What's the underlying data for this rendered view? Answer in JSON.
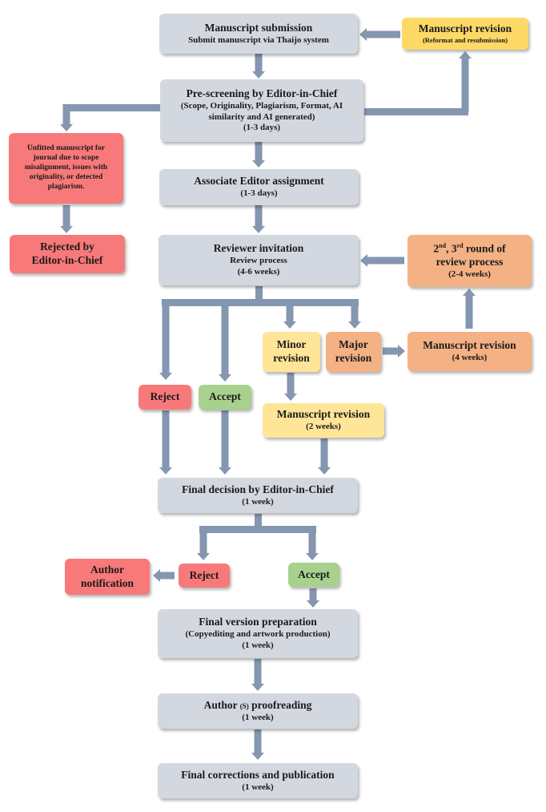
{
  "diagram": {
    "title": "Manuscript review workflow",
    "colors": {
      "process": "#d3d8e0",
      "resubmission": "#fed966",
      "minor": "#ffe598",
      "major": "#f4b183",
      "reject": "#f8797a",
      "accept": "#a9d18e",
      "arrow": "#8496b0"
    },
    "nodes": {
      "submission": {
        "title": "Manuscript submission",
        "sub": "Submit manuscript via Thaijo system"
      },
      "resubmit": {
        "title": "Manuscript revision",
        "sub": "(Reformat and resubmission)"
      },
      "prescreen": {
        "title": "Pre-screening by Editor-in-Chief",
        "sub": "(Scope, Originality, Plagiarism, Format, AI similarity and AI generated)",
        "time": "(1-3 days)"
      },
      "unfitted": {
        "text": "Unfitted manuscript for journal due to scope misalignment, issues with originality, or detected plagiarism."
      },
      "rejected_eic": {
        "line1": "Rejected by",
        "line2": "Editor-in-Chief"
      },
      "assoc": {
        "title": "Associate Editor assignment",
        "time": "(1-3 days)"
      },
      "reviewer": {
        "title": "Reviewer invitation",
        "sub": "Review process",
        "time": "(4-6 weeks)"
      },
      "round": {
        "ord1": "2",
        "sup1": "nd",
        "ord2": ", 3",
        "sup2": "rd",
        "rest": " round of",
        "line2": "review process",
        "time": "(2-4 weeks)"
      },
      "reject1": {
        "label": "Reject"
      },
      "accept1": {
        "label": "Accept"
      },
      "minor": {
        "line1": "Minor",
        "line2": "revision"
      },
      "major": {
        "line1": "Major",
        "line2": "revision"
      },
      "major_rev": {
        "title": "Manuscript revision",
        "time": "(4 weeks)"
      },
      "minor_rev": {
        "title": "Manuscript revision",
        "time": "(2 weeks)"
      },
      "final_decision": {
        "title": "Final decision by Editor-in-Chief",
        "time": "(1 week)"
      },
      "author_notif": {
        "line1": "Author",
        "line2": "notification"
      },
      "reject2": {
        "label": "Reject"
      },
      "accept2": {
        "label": "Accept"
      },
      "final_version": {
        "title": "Final version preparation",
        "sub": "(Copyediting and artwork production)",
        "time": "(1 week)"
      },
      "proofreading": {
        "title_a": "Author ",
        "title_s": "(S)",
        "title_b": " proofreading",
        "time": "(1 week)"
      },
      "publication": {
        "title": "Final corrections and publication",
        "time": "(1 week)"
      }
    }
  }
}
